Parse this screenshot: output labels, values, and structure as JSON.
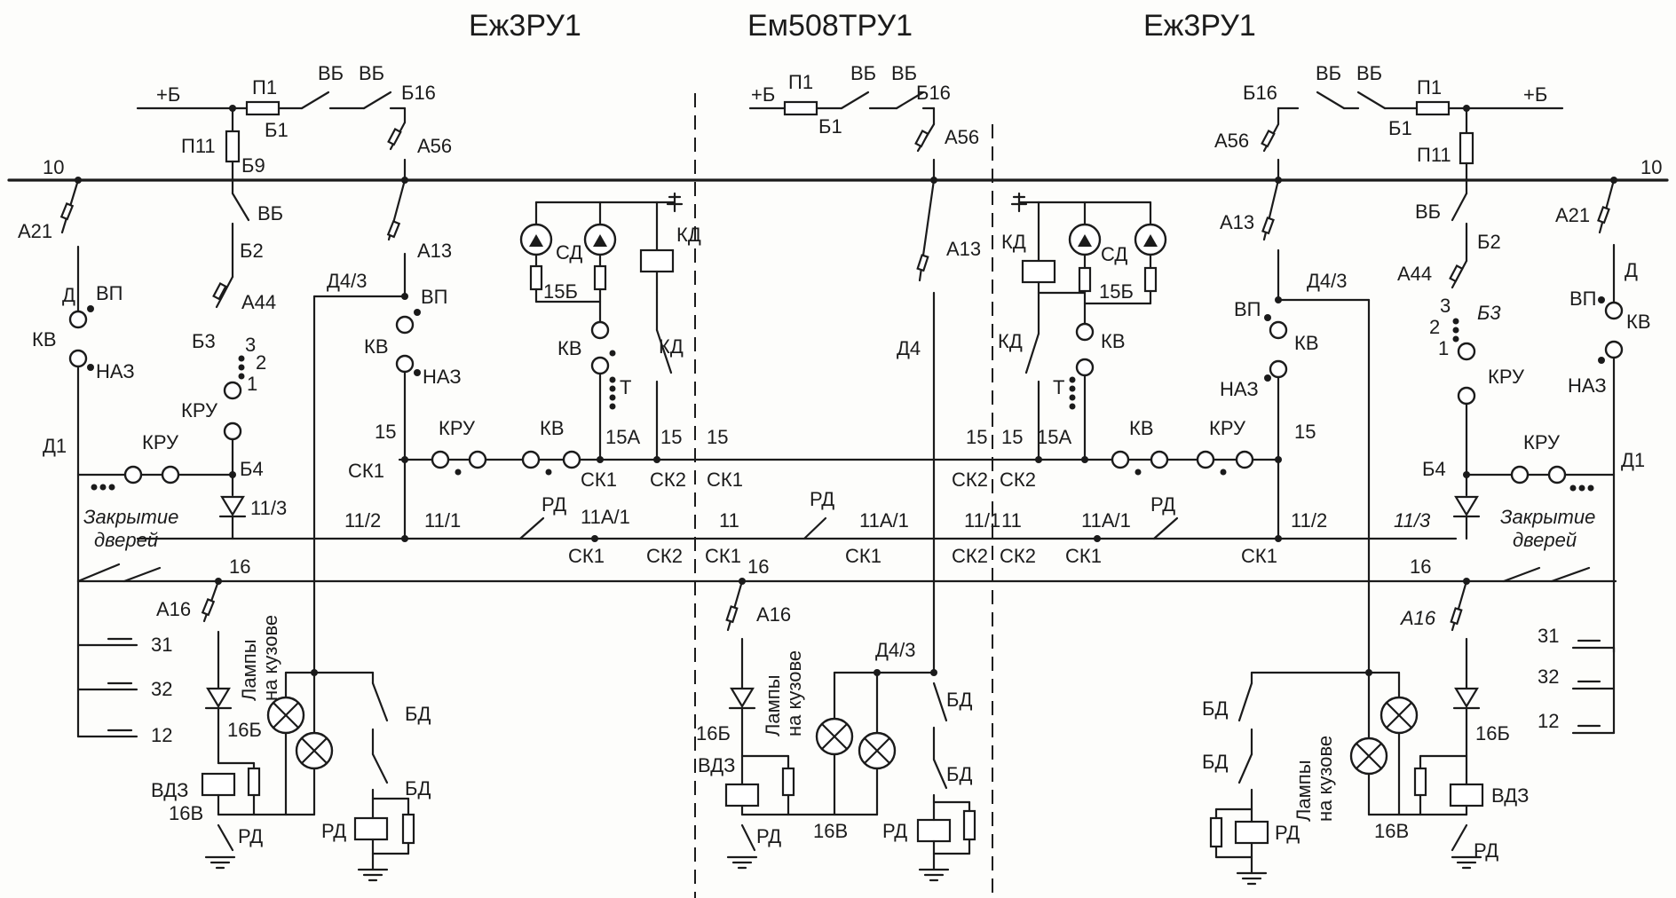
{
  "columns": {
    "left_title": "Еж3РУ1",
    "center_title": "Ем508ТРУ1",
    "right_title": "Еж3РУ1"
  },
  "labels": {
    "plus_b": "+Б",
    "p1": "П1",
    "p11": "П11",
    "vb": "ВБ",
    "b1": "Б1",
    "b16": "Б16",
    "b9": "Б9",
    "a56": "А56",
    "wire_10": "10",
    "a21": "А21",
    "b2": "Б2",
    "a13": "А13",
    "a44": "А44",
    "d": "Д",
    "vp": "ВП",
    "d43": "Д4/3",
    "d4": "Д4",
    "kv": "КВ",
    "naz": "НАЗ",
    "b3": "Б3",
    "n1": "1",
    "n2": "2",
    "n3": "3",
    "kru": "КРУ",
    "d1": "Д1",
    "b4": "Б4",
    "n15": "15",
    "n15a": "15А",
    "ck1": "СК1",
    "ck2": "СК2",
    "rd": "РД",
    "n11": "11",
    "n11_1": "11/1",
    "n11_2": "11/2",
    "n11_3": "11/3",
    "n11a_1": "11А/1",
    "doors_line1": "Закрытие",
    "doors_line2": "дверей",
    "n16": "16",
    "a16": "А16",
    "n31": "31",
    "n32": "32",
    "n12": "12",
    "lamps_line1": "Лампы",
    "lamps_line2": "на кузове",
    "n16b": "16Б",
    "n16v": "16В",
    "vdz": "ВДЗ",
    "bd": "БД",
    "sd": "СД",
    "n15b": "15Б",
    "kd": "КД",
    "t": "Т"
  }
}
